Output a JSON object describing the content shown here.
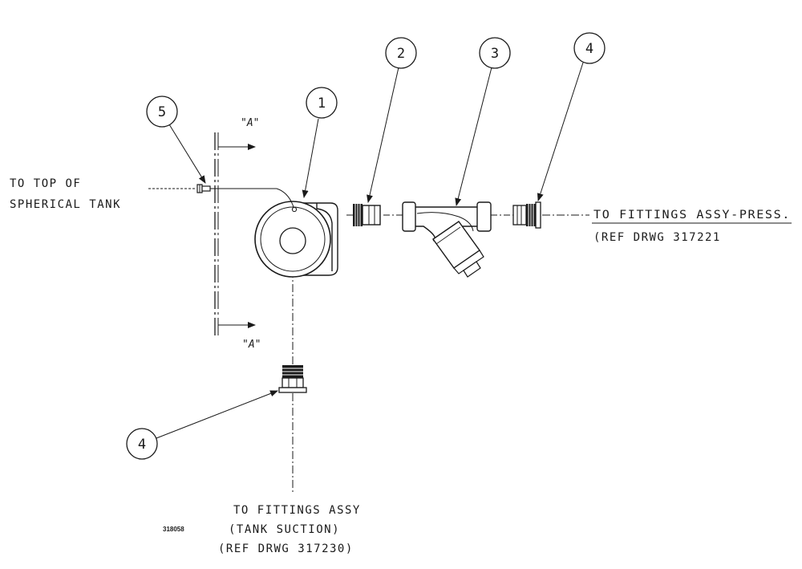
{
  "callouts": {
    "c1": "1",
    "c2": "2",
    "c3": "3",
    "c4_right": "4",
    "c4_bottom": "4",
    "c5": "5"
  },
  "section": {
    "top": "\"A\"",
    "bottom": "\"A\""
  },
  "labels": {
    "left_line1": "TO TOP OF",
    "left_line2": "SPHERICAL TANK",
    "right_line1": "TO FITTINGS ASSY-PRESS.",
    "right_line2": "(REF DRWG 317221",
    "bottom_line1": "TO FITTINGS ASSY",
    "bottom_line2": "(TANK SUCTION)",
    "bottom_line3": "(REF DRWG 317230)"
  },
  "drawing_number": "318058"
}
